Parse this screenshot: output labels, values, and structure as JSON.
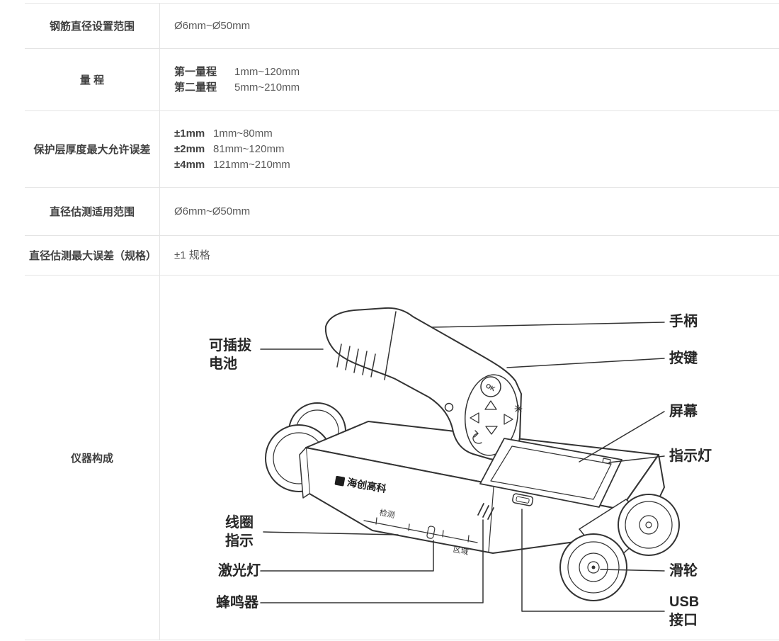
{
  "table": {
    "rows": [
      {
        "label": "钢筋直径设置范围",
        "lines": [
          {
            "t": "Ø6mm~Ø50mm"
          }
        ]
      },
      {
        "label": "量 程",
        "lines": [
          {
            "b": "第一量程",
            "t": "1mm~120mm"
          },
          {
            "b": "第二量程",
            "t": "5mm~210mm"
          }
        ]
      },
      {
        "label": "保护层厚度最大允许误差",
        "lines": [
          {
            "b": "±1mm",
            "t": "1mm~80mm"
          },
          {
            "b": "±2mm",
            "t": "81mm~120mm"
          },
          {
            "b": "±4mm",
            "t": "121mm~210mm"
          }
        ]
      },
      {
        "label": "直径估测适用范围",
        "lines": [
          {
            "t": "Ø6mm~Ø50mm"
          }
        ]
      },
      {
        "label": "直径估测最大误差（规格）",
        "lines": [
          {
            "t": "±1 规格"
          }
        ]
      },
      {
        "label": "仪器构成"
      }
    ]
  },
  "diagram": {
    "callouts": {
      "handle": "手柄",
      "buttons": "按键",
      "screen": "屏幕",
      "indicator": "指示灯",
      "wheel": "滑轮",
      "usb_1": "USB",
      "usb_2": "接口",
      "battery_1": "可插拔",
      "battery_2": "电池",
      "coil_1": "线圈",
      "coil_2": "指示",
      "laser": "激光灯",
      "buzzer": "蜂鸣器"
    },
    "device": {
      "ok_button": "OK",
      "logo": "海创高科",
      "detect_text": "检测",
      "area_text": "区域"
    },
    "colors": {
      "line": "#333333",
      "border": "#e4e4e4"
    }
  }
}
